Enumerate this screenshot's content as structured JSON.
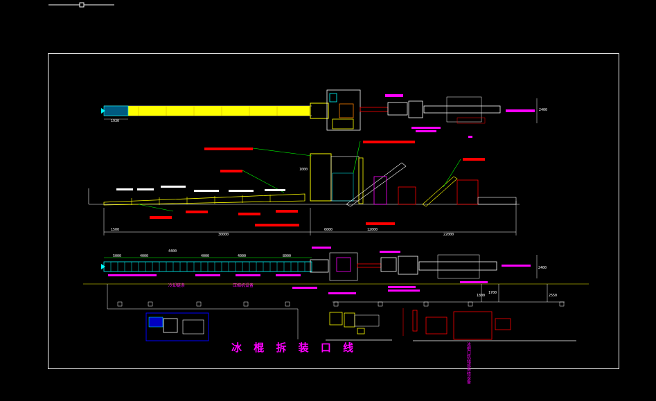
{
  "drawing": {
    "title": "冰 棍 拆 装 口 线",
    "notes": {
      "label_a": "冷却链条",
      "label_b": "压缩机设备",
      "vertical_note": "冰棍口机组成系统设备"
    },
    "dims_top": {
      "left": "1930",
      "right": "2400"
    },
    "dims_middle": {
      "left": "1500",
      "overall": "30000",
      "section_a": "6000",
      "section_b": "12000",
      "right_total": "22000"
    },
    "dims_bottom": [
      "5000",
      "4000",
      "4400",
      "4000",
      "4000",
      "8000"
    ],
    "dims_misc": {
      "height_a": "1000",
      "height_b": "2400",
      "height_c": "1800",
      "height_d": "2550",
      "height_e": "1700"
    }
  },
  "colors": {
    "background": "#000000",
    "frame": "#ffffff",
    "conveyor": "#ffff00",
    "label": "#ff00ff",
    "leader": "#00ff00",
    "callout": "#ff0000",
    "chain": "#00ffff",
    "detail": "#0000ff"
  },
  "toolbar": {
    "icon": "view-slider-icon"
  }
}
